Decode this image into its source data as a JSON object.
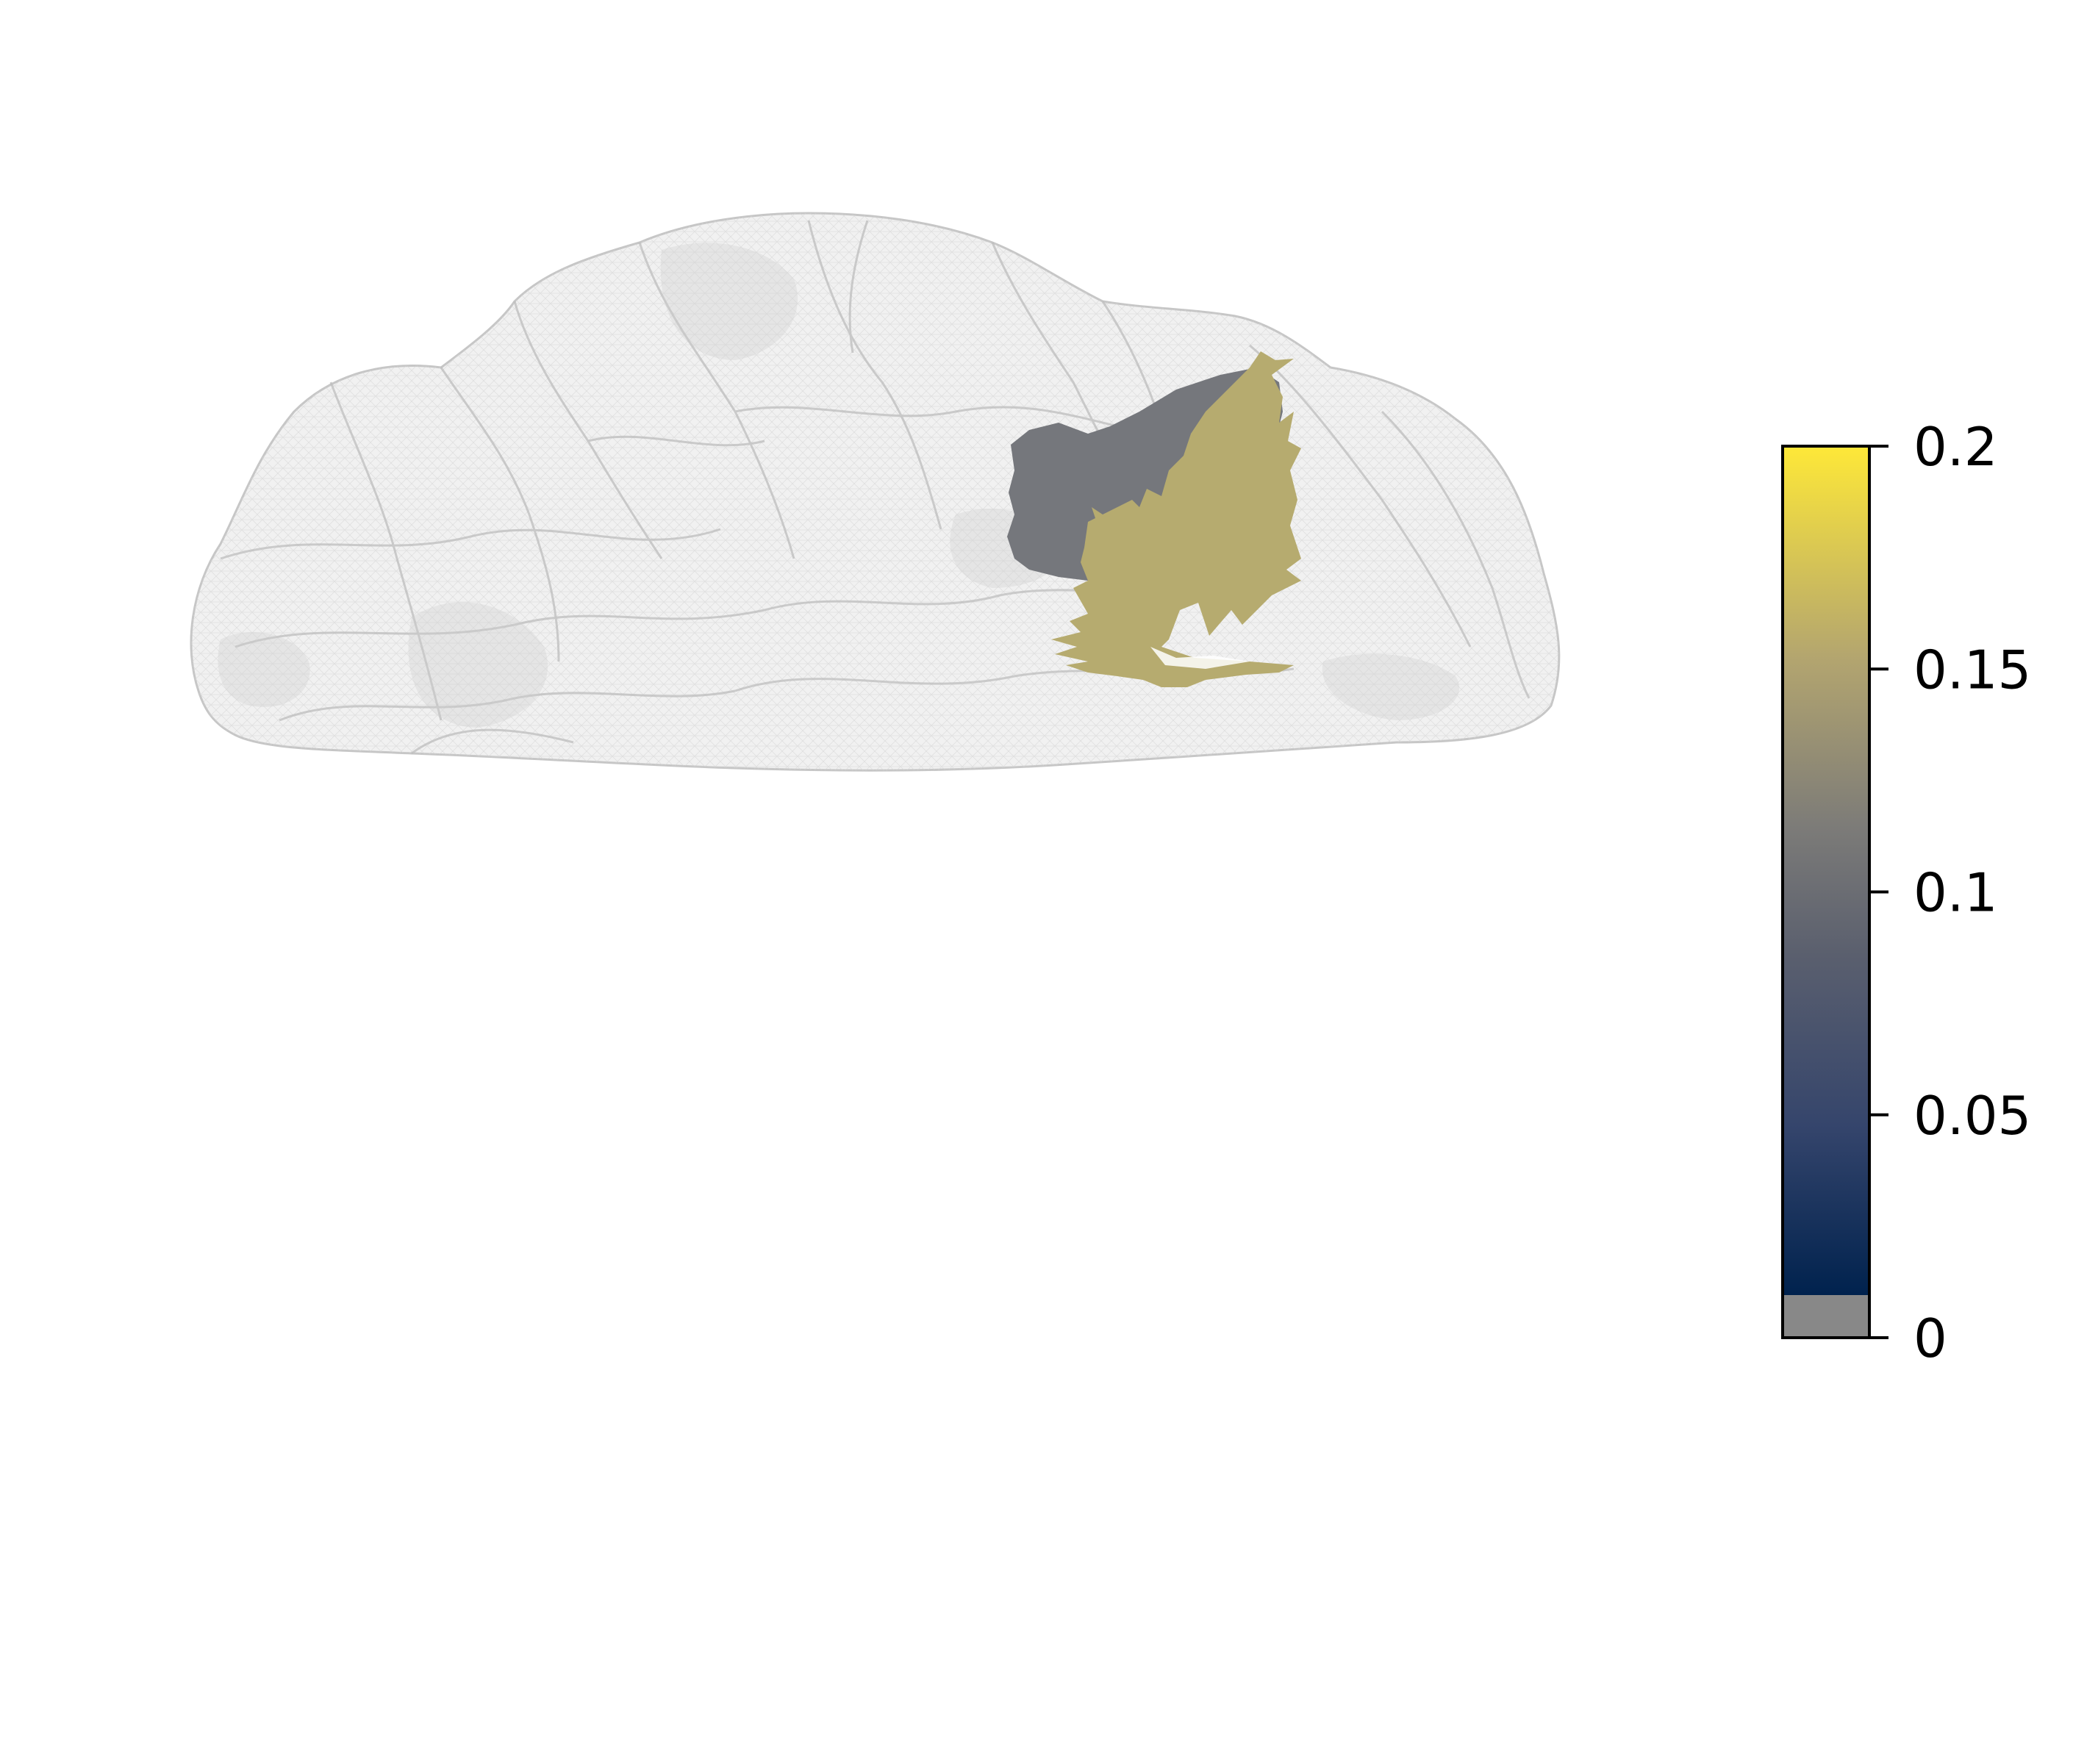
{
  "colorbar": {
    "ticks": [
      "0",
      "0.05",
      "0.1",
      "0.15",
      "0.2"
    ],
    "tick_values": [
      0,
      0.05,
      0.1,
      0.15,
      0.2
    ],
    "range": [
      0,
      0.2
    ],
    "below_threshold_color": "#888888",
    "colormap": [
      "#00224e",
      "#35456c",
      "#666970",
      "#948e77",
      "#c8b866",
      "#fee838"
    ]
  },
  "brain": {
    "mesh_color": "#c8c8c8",
    "highlight_regions": [
      {
        "name": "dark-region",
        "color": "#75777c"
      },
      {
        "name": "yellow-region",
        "color": "#b6ab6f"
      }
    ]
  }
}
